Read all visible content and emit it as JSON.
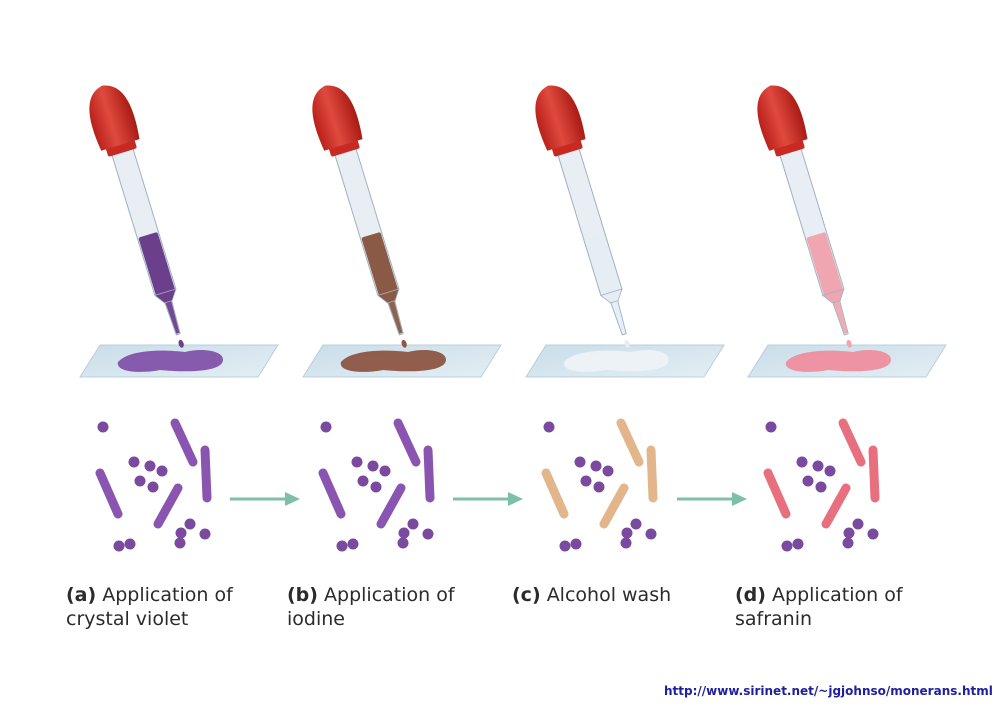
{
  "panels": [
    {
      "id": "a",
      "letter": "(a)",
      "line1": "Application of",
      "line2": "crystal violet",
      "dropper_fluid_color": "#6b3f8c",
      "slide_stain_color": "#7d4aa5",
      "rod_color": "#8a55b0",
      "coccus_color": "#7a4a9e"
    },
    {
      "id": "b",
      "letter": "(b)",
      "line1": "Application of",
      "line2": "iodine",
      "dropper_fluid_color": "#8a5a46",
      "slide_stain_color": "#8a4e3a",
      "rod_color": "#8a55b0",
      "coccus_color": "#7a4a9e"
    },
    {
      "id": "c",
      "letter": "(c)",
      "line1": "Alcohol wash",
      "line2": "",
      "dropper_fluid_color": "#e6eef4",
      "slide_stain_color": "#eef3f6",
      "rod_color": "#e2b68a",
      "coccus_color": "#7a4a9e"
    },
    {
      "id": "d",
      "letter": "(d)",
      "line1": "Application of",
      "line2": "safranin",
      "dropper_fluid_color": "#f0a6b0",
      "slide_stain_color": "#f08a9a",
      "rod_color": "#e8707e",
      "coccus_color": "#7a4a9e"
    }
  ],
  "colors": {
    "bulb": "#d9342b",
    "glass": "#e9eef4",
    "slide": "#d6e6ef",
    "arrow": "#7fbfa8"
  },
  "icons": {
    "dropper": "dropper-icon",
    "slide": "microscope-slide-icon",
    "arrow": "right-arrow-icon"
  },
  "source_url": "http://www.sirinet.net/~jgjohnso/monerans.html"
}
